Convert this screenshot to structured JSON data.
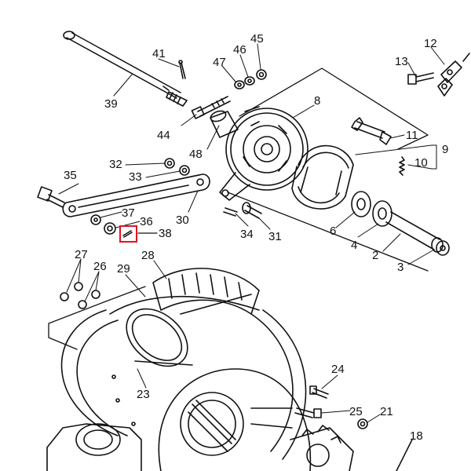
{
  "callouts": {
    "c2": "2",
    "c3": "3",
    "c4": "4",
    "c6": "6",
    "c8": "8",
    "c9": "9",
    "c10": "10",
    "c11": "11",
    "c12": "12",
    "c13": "13",
    "c18": "18",
    "c21": "21",
    "c23": "23",
    "c24": "24",
    "c25": "25",
    "c26": "26",
    "c27": "27",
    "c28": "28",
    "c29": "29",
    "c30": "30",
    "c31": "31",
    "c32": "32",
    "c33": "33",
    "c34": "34",
    "c35": "35",
    "c36": "36",
    "c37": "37",
    "c38": "38",
    "c39": "39",
    "c41": "41",
    "c44": "44",
    "c45": "45",
    "c46": "46",
    "c47": "47",
    "c48": "48"
  },
  "highlight": {
    "target": "38",
    "color": "#e0141e"
  }
}
